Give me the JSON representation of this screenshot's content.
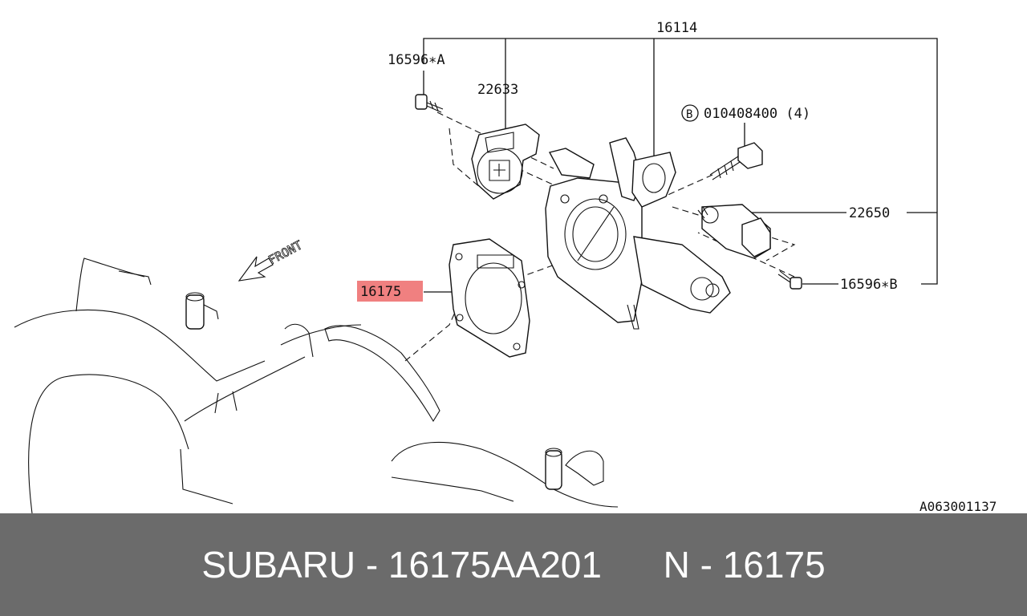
{
  "diagram": {
    "labels": {
      "assembly": "16114",
      "screw_a": "16596∗A",
      "sensor": "22633",
      "bolt_circle": "B",
      "bolt": "010408400 (4)",
      "iac_valve": "22650",
      "screw_b": "16596∗B",
      "gasket": "16175",
      "front": "FRONT",
      "ref_code": "A063001137"
    },
    "highlight_color": "#f08080"
  },
  "footer": {
    "text": "SUBARU - 16175AA201      N - 16175"
  }
}
